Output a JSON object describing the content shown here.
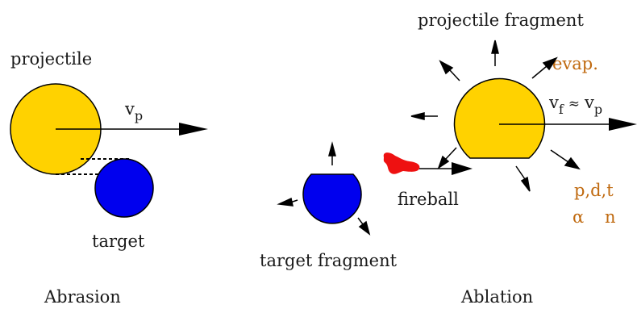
{
  "labels": {
    "projectile": "projectile",
    "vp_v": "v",
    "vp_sub": "p",
    "target": "target",
    "abrasion": "Abrasion",
    "projectile_fragment": "projectile fragment",
    "evap": "evap.",
    "vf_v": "v",
    "vf_sub": "f",
    "approx": "≈",
    "vp2_v": "v",
    "vp2_sub": "p",
    "fireball": "fireball",
    "particles_line1": "p,d,t",
    "alpha": "α",
    "n": "n",
    "target_fragment": "target fragment",
    "ablation": "Ablation"
  },
  "colors": {
    "projectile_fill": "#ffd200",
    "target_fill": "#0000ee",
    "fireball_fill": "#ee1111",
    "outline": "#000000",
    "annotation_text": "#c06a10"
  }
}
